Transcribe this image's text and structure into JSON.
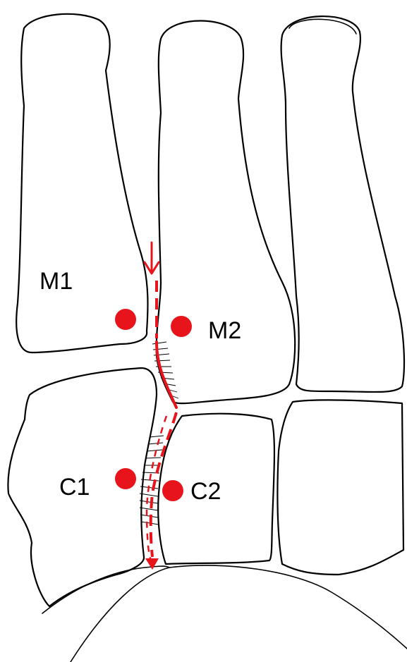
{
  "labels": {
    "m1": "M1",
    "m2": "M2",
    "c1": "C1",
    "c2": "C2"
  },
  "colors": {
    "outline": "#000000",
    "marker": "#e8141b",
    "background": "#ffffff"
  }
}
